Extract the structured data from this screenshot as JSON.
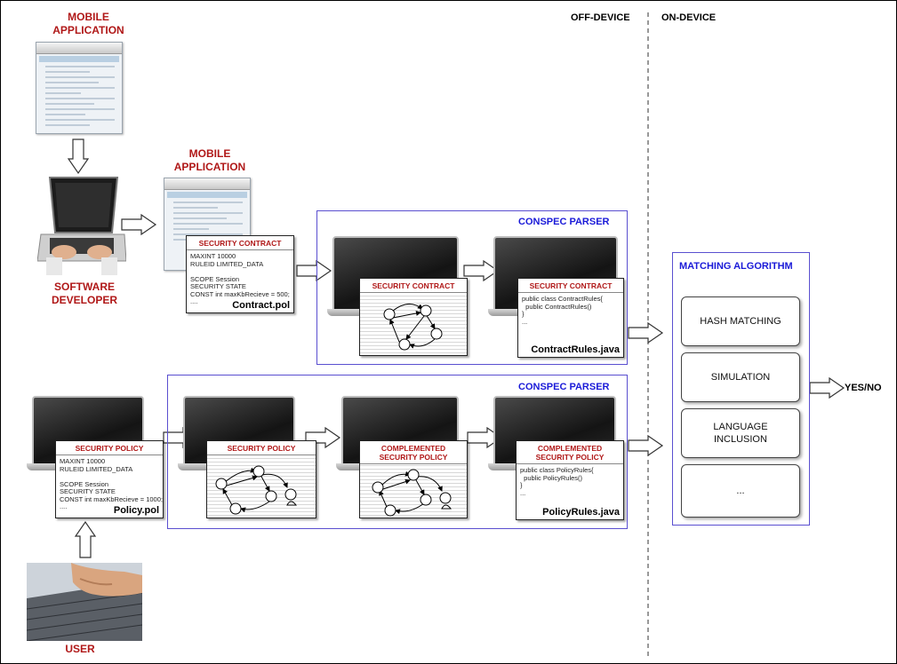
{
  "labels": {
    "mobile_app_1": "MOBILE\nAPPLICATION",
    "mobile_app_2": "MOBILE\nAPPLICATION",
    "software_developer": "SOFTWARE\nDEVELOPER",
    "user": "USER",
    "off_device": "OFF-DEVICE",
    "on_device": "ON-DEVICE",
    "yes_no": "YES/NO"
  },
  "parsers": {
    "top": "CONSPEC PARSER",
    "bottom": "CONSPEC PARSER"
  },
  "contract_doc": {
    "title": "SECURITY CONTRACT",
    "body": "MAXINT 10000\nRULEID LIMITED_DATA\n\nSCOPE Session\nSECURITY STATE\nCONST int maxKbRecieve = 500;\n....",
    "filename": "Contract.pol"
  },
  "policy_doc": {
    "title": "SECURITY POLICY",
    "body": "MAXINT 10000\nRULEID LIMITED_DATA\n\nSCOPE Session\nSECURITY STATE\nCONST int maxKbRecieve = 1000;\n....",
    "filename": "Policy.pol"
  },
  "contract_automaton": {
    "title": "SECURITY CONTRACT"
  },
  "contract_rules": {
    "title": "SECURITY CONTRACT",
    "body": "public class ContractRules{\n  public ContractRules()\n}\n...",
    "filename": "ContractRules.java"
  },
  "policy_automaton": {
    "title": "SECURITY POLICY"
  },
  "complemented_automaton": {
    "title": "COMPLEMENTED\nSECURITY POLICY"
  },
  "policy_rules": {
    "title": "COMPLEMENTED\nSECURITY POLICY",
    "body": "public class PolicyRules{\n  public PolicyRules()\n}\n...",
    "filename": "PolicyRules.java"
  },
  "matching": {
    "title": "MATCHING ALGORITHM",
    "steps": [
      "HASH MATCHING",
      "SIMULATION",
      "LANGUAGE\nINCLUSION",
      "..."
    ]
  },
  "colors": {
    "label_red": "#b01818",
    "parser_blue": "#1a1ad8",
    "box_border": "#5a4fd0"
  }
}
